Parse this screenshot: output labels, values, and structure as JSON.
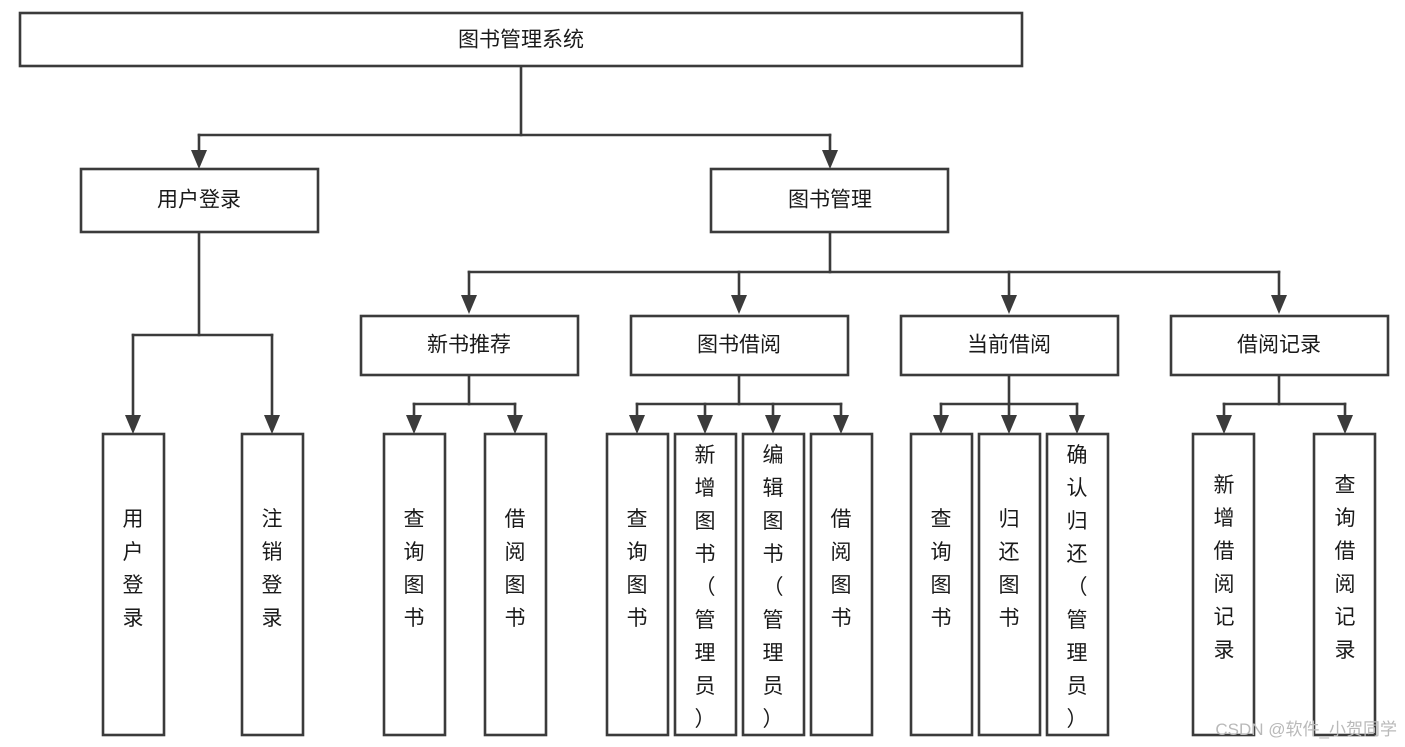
{
  "diagram": {
    "title": "图书管理系统",
    "type": "tree-hierarchy",
    "root": {
      "id": "root",
      "label": "图书管理系统"
    },
    "level2": [
      {
        "id": "user-login",
        "label": "用户登录"
      },
      {
        "id": "book-management",
        "label": "图书管理"
      }
    ],
    "level3": [
      {
        "id": "new-book-recommend",
        "label": "新书推荐",
        "parent": "book-management"
      },
      {
        "id": "book-borrow",
        "label": "图书借阅",
        "parent": "book-management"
      },
      {
        "id": "current-borrow",
        "label": "当前借阅",
        "parent": "book-management"
      },
      {
        "id": "borrow-record",
        "label": "借阅记录",
        "parent": "book-management"
      }
    ],
    "leaves": {
      "user-login": [
        {
          "id": "leaf-user-login",
          "label": "用户登录"
        },
        {
          "id": "leaf-user-logout",
          "label": "注销登录"
        }
      ],
      "new-book-recommend": [
        {
          "id": "leaf-query-book-1",
          "label": "查询图书"
        },
        {
          "id": "leaf-borrow-book-1",
          "label": "借阅图书"
        }
      ],
      "book-borrow": [
        {
          "id": "leaf-query-book-2",
          "label": "查询图书"
        },
        {
          "id": "leaf-add-book-admin",
          "label": "新增图书（管理员）"
        },
        {
          "id": "leaf-edit-book-admin",
          "label": "编辑图书（管理员）"
        },
        {
          "id": "leaf-borrow-book-2",
          "label": "借阅图书"
        }
      ],
      "current-borrow": [
        {
          "id": "leaf-query-book-3",
          "label": "查询图书"
        },
        {
          "id": "leaf-return-book",
          "label": "归还图书"
        },
        {
          "id": "leaf-confirm-return-admin",
          "label": "确认归还（管理员）"
        }
      ],
      "borrow-record": [
        {
          "id": "leaf-add-borrow-record",
          "label": "新增借阅记录"
        },
        {
          "id": "leaf-query-borrow-record",
          "label": "查询借阅记录"
        }
      ]
    }
  },
  "watermark": {
    "text": "CSDN @软件_小贺同学"
  },
  "colors": {
    "stroke": "#3b3b3b",
    "box_fill": "#ffffff",
    "text": "#1a1a1a",
    "watermark": "#b9b9b9",
    "background": "#ffffff"
  }
}
